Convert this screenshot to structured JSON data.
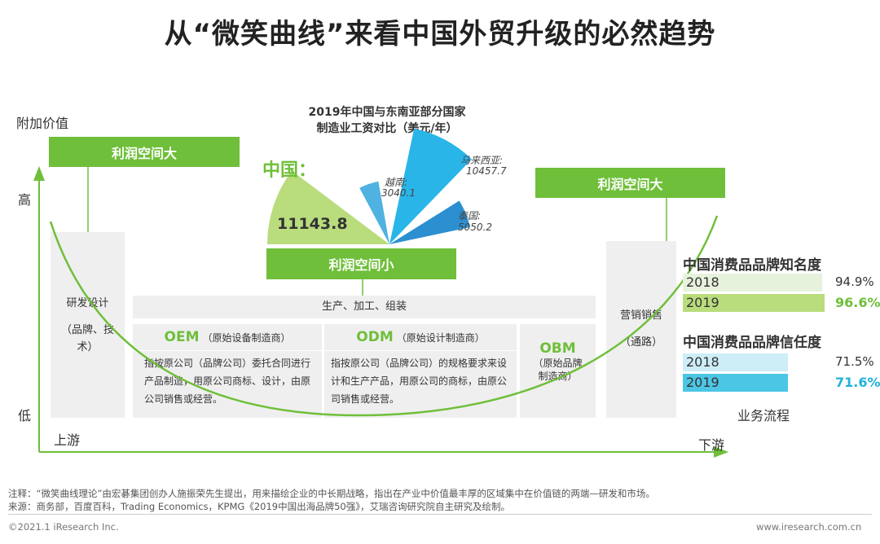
{
  "title": "从“微笑曲线”来看中国外贸升级的必然趋势",
  "axes": {
    "y_label": "附加价值",
    "high": "高",
    "low": "低",
    "x_label": "业务流程",
    "upstream": "上游",
    "downstream": "下游"
  },
  "profit_boxes": {
    "left": "利润空间大",
    "middle": "利润空间小",
    "right": "利润空间大"
  },
  "columns": {
    "rnd": {
      "title": "研发设计",
      "sub": "（品牌、技术）"
    },
    "production_header": "生产、加工、组装",
    "oem": {
      "abbr": "OEM",
      "name": "（原始设备制造商）",
      "desc": "指按原公司（品牌公司）委托合同进行产品制造，用原公司商标、设计，由原公司销售或经营。"
    },
    "odm": {
      "abbr": "ODM",
      "name": "（原始设计制造商）",
      "desc": "指按原公司（品牌公司）的规格要求来设计和生产产品，用原公司的商标，由原公司销售或经营。"
    },
    "obm": {
      "abbr": "OBM",
      "name": "（原始品牌制造商）"
    },
    "marketing": {
      "title": "营销销售",
      "sub": "（通路）"
    }
  },
  "wage_chart": {
    "title_line1": "2019年中国与东南亚部分国家",
    "title_line2": "制造业工资对比（美元/年）",
    "china_label": "中国：",
    "china_value": "11143.8",
    "vietnam_label": "越南:",
    "vietnam_value": "3040.1",
    "malaysia_label": "马来西亚:",
    "malaysia_value": "10457.7",
    "thailand_label": "泰国:",
    "thailand_value": "5050.2"
  },
  "chart_data": {
    "type": "pie",
    "title": "2019年中国与东南亚部分国家制造业工资对比（美元/年）",
    "categories": [
      "中国",
      "越南",
      "马来西亚",
      "泰国"
    ],
    "values": [
      11143.8,
      3040.1,
      10457.7,
      5050.2
    ],
    "colors": [
      "#b9dc7d",
      "#4fb2e0",
      "#29b5e8",
      "#2c8fd0"
    ]
  },
  "brand_awareness": {
    "title": "中国消费品品牌知名度",
    "rows": [
      {
        "year": "2018",
        "pct": "94.9%",
        "fraction": 0.949
      },
      {
        "year": "2019",
        "pct": "96.6%",
        "fraction": 0.966
      }
    ]
  },
  "brand_trust": {
    "title": "中国消费品品牌信任度",
    "rows": [
      {
        "year": "2018",
        "pct": "71.5%",
        "fraction": 0.715
      },
      {
        "year": "2019",
        "pct": "71.6%",
        "fraction": 0.716
      }
    ]
  },
  "notes": {
    "note": "注释：“微笑曲线理论”由宏碁集团创办人施振荣先生提出，用来描绘企业的中长期战略，指出在产业中价值最丰厚的区域集中在价值链的两端—研发和市场。",
    "source": "来源：商务部，百度百科，Trading Economics，KPMG《2019中国出海品牌50强》，艾瑞咨询研究院自主研究及绘制。"
  },
  "footer": {
    "copyright": "©2021.1 iResearch Inc.",
    "website": "www.iresearch.com.cn"
  },
  "colors": {
    "green": "#6fbf3a",
    "green_light": "#b9dc7d",
    "blue": "#29b5e8",
    "trust_blue": "#21b3da",
    "gray": "#efefef"
  }
}
